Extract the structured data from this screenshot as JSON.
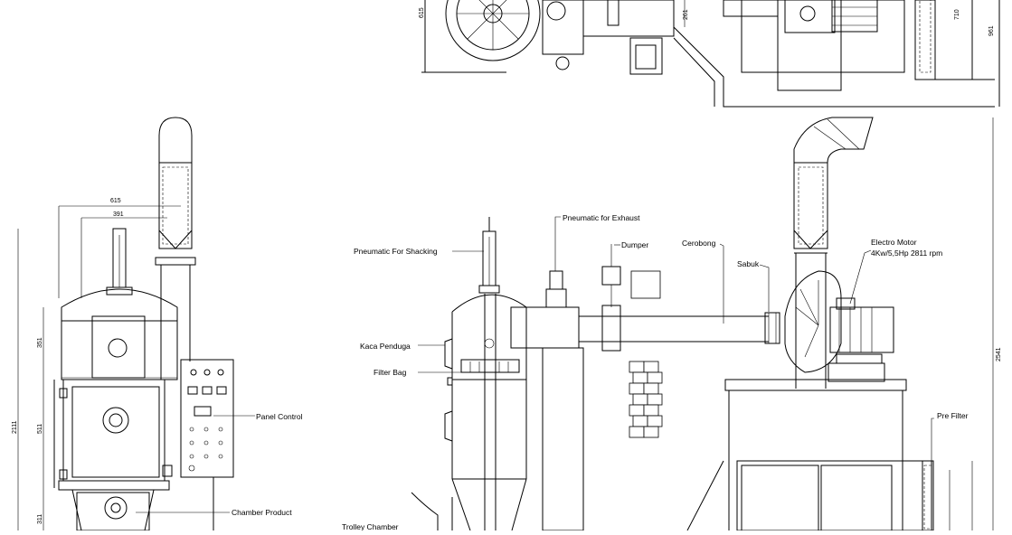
{
  "labels": {
    "pneumatic_exhaust": "Pneumatic for Exhaust",
    "pneumatic_shacking": "Pneumatic For Shacking",
    "dumper": "Dumper",
    "cerobong": "Cerobong",
    "sabuk": "Sabuk",
    "motor_line1": "Electro Motor",
    "motor_line2": "4Kw/5,5Hp 2811 rpm",
    "kaca_penduga": "Kaca Penduga",
    "filter_bag": "Filter Bag",
    "panel_control": "Panel Control",
    "pre_filter": "Pre Filter",
    "chamber_product": "Chamber Product",
    "trolley_chamber": "Trolley Chamber"
  },
  "dimensions": {
    "top_615": "615",
    "top_261": "261",
    "top_710": "710",
    "top_961": "961",
    "left_615": "615",
    "left_391": "391",
    "left_351": "351",
    "left_511": "511",
    "left_2111": "2111",
    "left_311": "311",
    "right_2541": "2541"
  }
}
